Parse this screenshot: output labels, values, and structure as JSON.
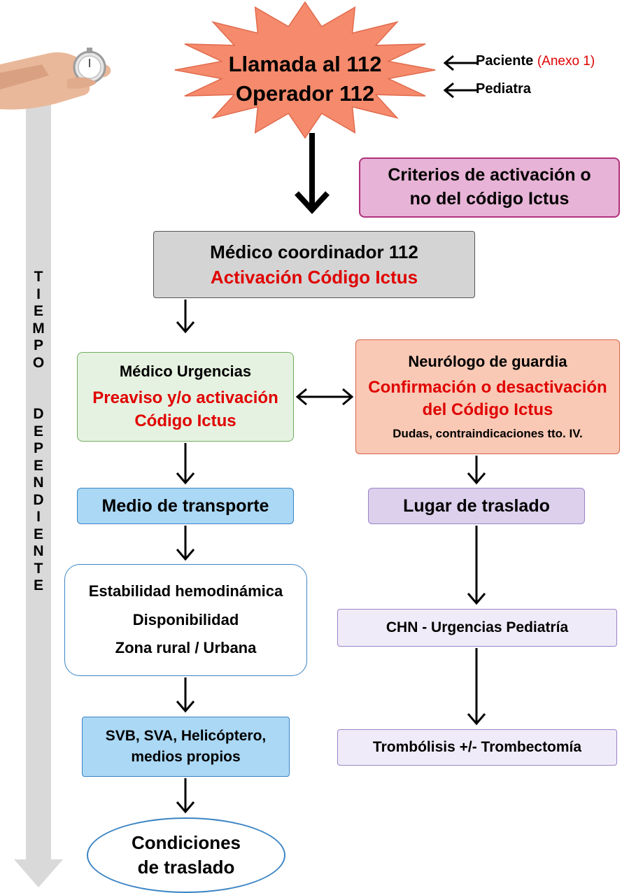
{
  "start": {
    "line1_prefix": "Llamada al ",
    "line1_number": "112",
    "line2_prefix": "Operador ",
    "line2_number": "112"
  },
  "inputs": {
    "patient_label": "Paciente",
    "patient_note": "(Anexo 1)",
    "pediatrician_label": "Pediatra"
  },
  "criteria": {
    "line1": "Criterios de activación o",
    "line2": "no del código Ictus"
  },
  "coordinator": {
    "title_prefix": "Médico coordinador ",
    "title_number": "112",
    "subtitle": "Activación Código Ictus"
  },
  "emergency_doctor": {
    "title": "Médico Urgencias",
    "line1": "Preaviso y/o activación",
    "line2": "Código Ictus"
  },
  "neurologist": {
    "title": "Neurólogo de guardia",
    "line1": "Confirmación o desactivación",
    "line2": "del Código Ictus",
    "note": "Dudas, contraindicaciones tto. IV."
  },
  "transport": {
    "title": "Medio de transporte"
  },
  "factors": {
    "line1": "Estabilidad hemodinámica",
    "line2": "Disponibilidad",
    "line3": "Zona rural / Urbana"
  },
  "vehicles": {
    "line1": "SVB, SVA, Helicóptero,",
    "line2": "medios propios"
  },
  "conditions": {
    "line1": "Condiciones",
    "line2": "de traslado"
  },
  "destination": {
    "title": "Lugar de traslado"
  },
  "hospital": {
    "title": "CHN - Urgencias Pediatría"
  },
  "treatment": {
    "title": "Trombólisis +/- Trombectomía"
  },
  "timeline": {
    "word1": [
      "T",
      "I",
      "E",
      "M",
      "P",
      "O"
    ],
    "word2": [
      "D",
      "E",
      "P",
      "E",
      "N",
      "D",
      "I",
      "E",
      "N",
      "T",
      "E"
    ]
  },
  "colors": {
    "starburst": "#f58a6c",
    "coordinator_bg": "#d4d4d4",
    "criteria_bg": "#e7b3d6",
    "criteria_border": "#b0317d",
    "emergency_bg": "#e6f2e1",
    "emergency_border": "#6fae5c",
    "neuro_bg": "#f9c9b5",
    "neuro_border": "#d4644a",
    "blue_bg": "#aad8f5",
    "blue_border": "#3b84c4",
    "lilac_bg": "#dcd0ec",
    "lilac_border": "#9a84c8",
    "lilac_light_bg": "#f0ebf8",
    "accent_red": "#e00000",
    "timeline_gray": "#d9d9d9"
  }
}
